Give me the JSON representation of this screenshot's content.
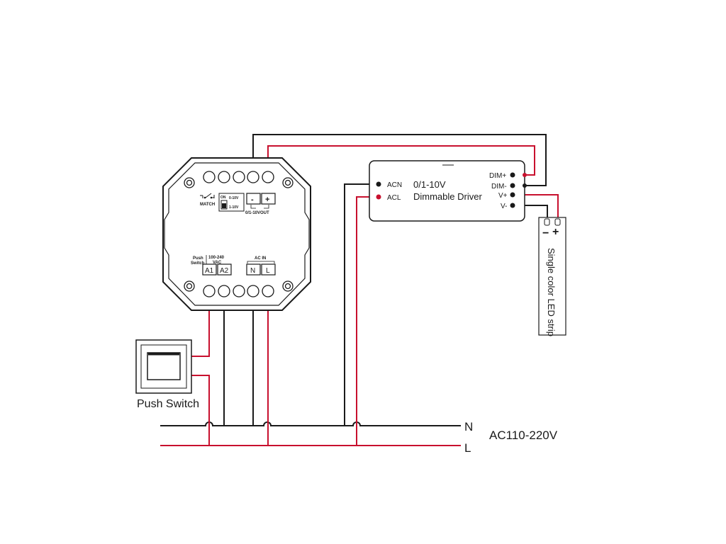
{
  "controller": {
    "match_label": "MATCH",
    "switch_on": "ON",
    "switch_opt1": "0-10V",
    "switch_opt2": "1-10V",
    "out_minus": "-",
    "out_plus": "+",
    "out_label": "0/1-10VOUT",
    "push_switch_label_1": "Push",
    "push_switch_label_2": "Switch",
    "voltage_label_1": "100-240",
    "voltage_label_2": "VAC",
    "terminal_a1": "A1",
    "terminal_a2": "A2",
    "acin_label": "AC IN",
    "terminal_n": "N",
    "terminal_l": "L"
  },
  "driver": {
    "title_1": "0/1-10V",
    "title_2": "Dimmable Driver",
    "acn": "ACN",
    "acl": "ACL",
    "dim_plus": "DIM+",
    "dim_minus": "DIM-",
    "v_plus": "V+",
    "v_minus": "V-"
  },
  "led_strip": {
    "label": "Single color LED strip",
    "minus": "−",
    "plus": "+"
  },
  "push_switch": {
    "label": "Push Switch"
  },
  "mains": {
    "n": "N",
    "l": "L",
    "voltage": "AC110-220V"
  },
  "colors": {
    "neutral": "#1a1a1a",
    "live": "#c8102e"
  }
}
